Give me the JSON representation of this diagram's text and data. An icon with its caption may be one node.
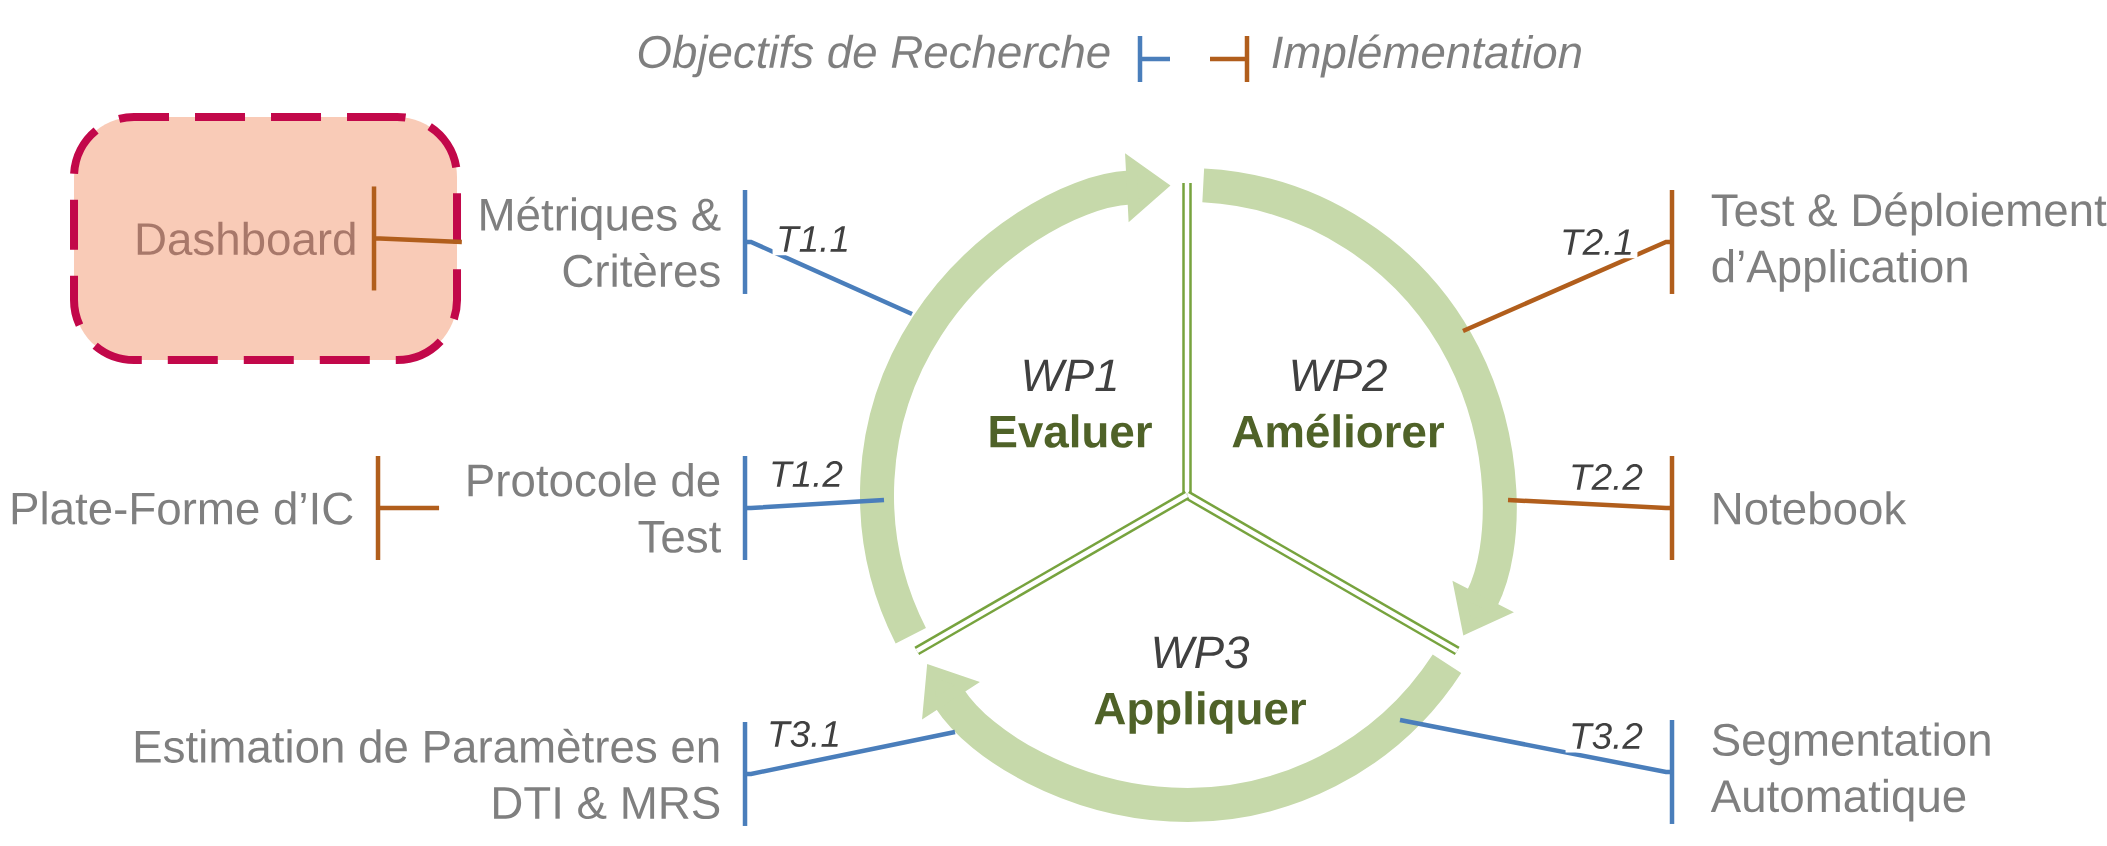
{
  "diagram": {
    "nodes": [
      {
        "text": [
          "Dashboard"
        ]
      },
      {
        "text": [
          "Métriques & Critères"
        ]
      },
      {
        "text": [
          "Plate-Forme d’IC"
        ]
      },
      {
        "text": [
          "Protocole de Test"
        ]
      },
      {
        "text": [
          "Estimation de Paramètres en DTI & MRS"
        ]
      },
      {
        "text": [
          "WP1",
          "Evaluer"
        ]
      },
      {
        "text": [
          "WP2",
          "Améliorer"
        ]
      },
      {
        "text": [
          "WP3",
          "Appliquer"
        ]
      },
      {
        "text": [
          "Test & Déploiement d’Application"
        ]
      },
      {
        "text": [
          "Notebook"
        ]
      },
      {
        "text": [
          "Segmentation Automatique"
        ]
      }
    ],
    "edges": [
      {
        "from": 0,
        "to": 1,
        "arrow": "none",
        "color": "#b15e1c"
      },
      {
        "from": 2,
        "to": 3,
        "arrow": "none",
        "color": "#b15e1c"
      },
      {
        "from": 1,
        "to": 5,
        "arrow": "none",
        "label": "T1.1",
        "color": "#4a7ebb"
      },
      {
        "from": 3,
        "to": 5,
        "arrow": "none",
        "label": "T1.2",
        "color": "#4a7ebb"
      },
      {
        "from": 4,
        "to": 7,
        "arrow": "none",
        "label": "T3.1",
        "color": "#4a7ebb"
      },
      {
        "from": 8,
        "to": 6,
        "arrow": "none",
        "label": "T2.1",
        "color": "#b15e1c"
      },
      {
        "from": 9,
        "to": 6,
        "arrow": "none",
        "label": "T2.2",
        "color": "#b15e1c"
      },
      {
        "from": 10,
        "to": 7,
        "arrow": "none",
        "label": "T3.2",
        "color": "#4a7ebb"
      }
    ],
    "legend": [
      {
        "text": "Objectifs de Recherche"
      },
      {
        "text": "Implémentation"
      }
    ]
  }
}
